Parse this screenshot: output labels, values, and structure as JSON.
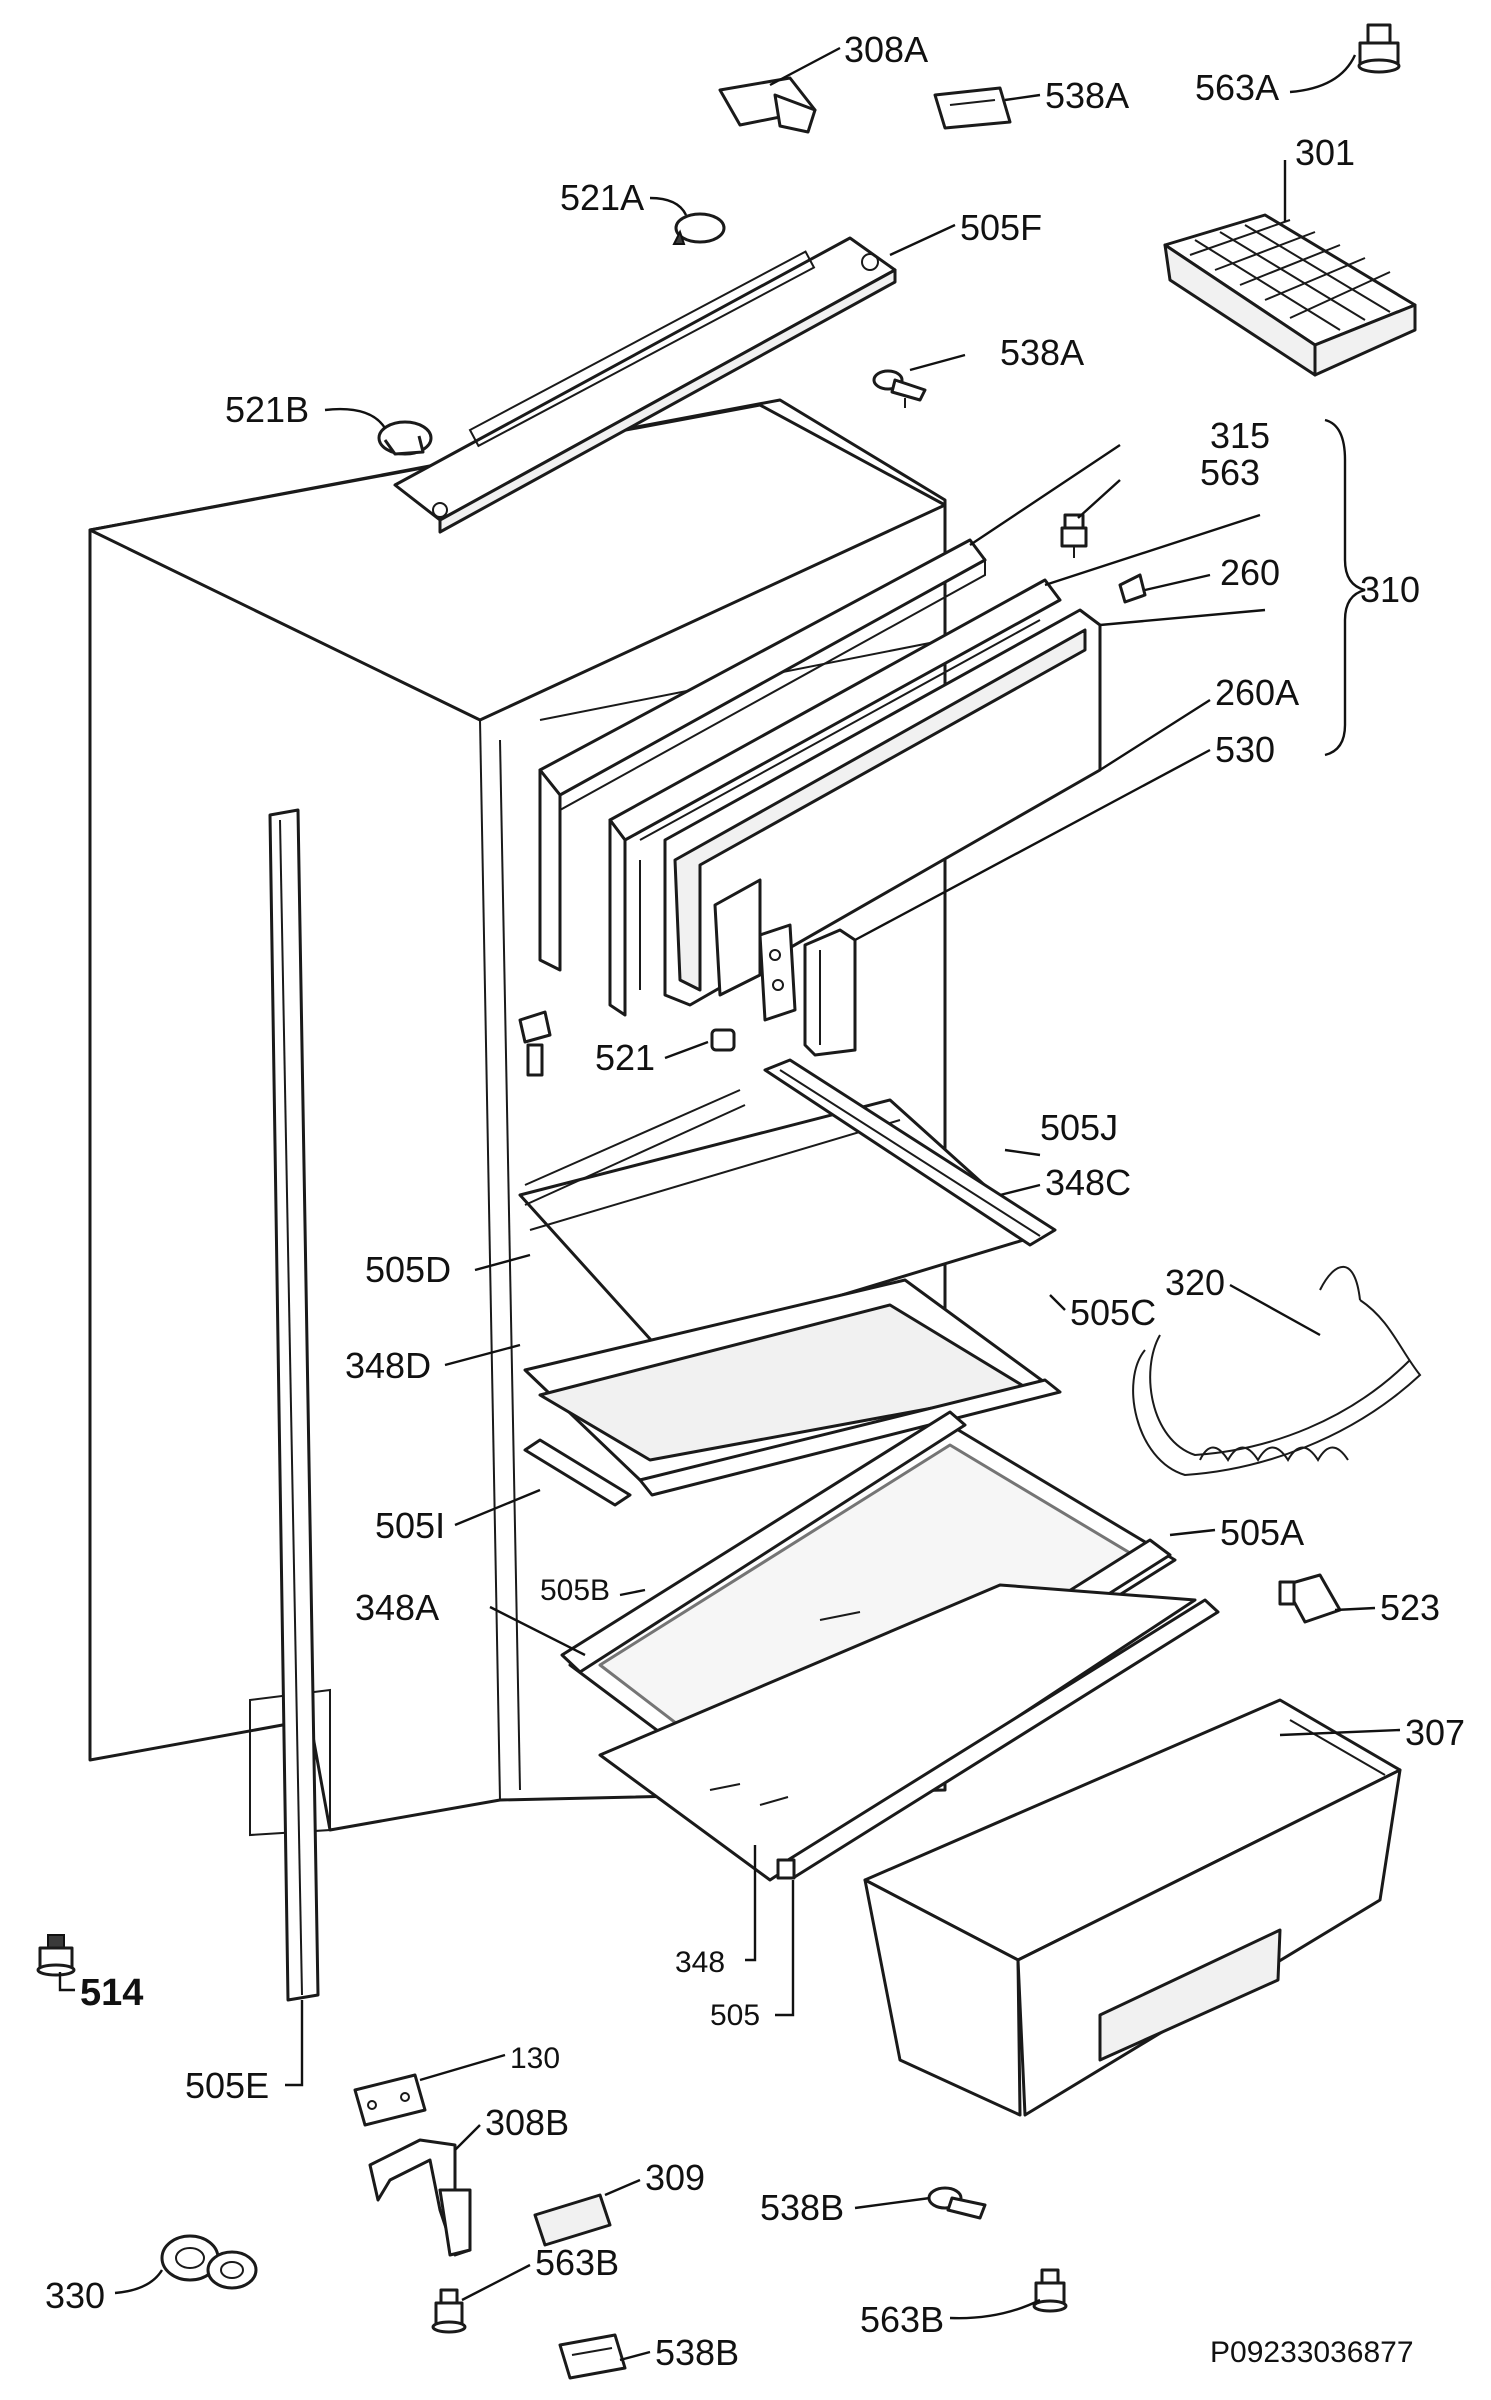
{
  "drawing_code": "P09233036877",
  "labels": {
    "l308A": "308A",
    "l538A_top": "538A",
    "l563A": "563A",
    "l521A": "521A",
    "l505F": "505F",
    "l301": "301",
    "l538A_mid": "538A",
    "l521B": "521B",
    "l315": "315",
    "l563": "563",
    "l260": "260",
    "l310": "310",
    "l260A": "260A",
    "l530": "530",
    "l521": "521",
    "l505J": "505J",
    "l348C": "348C",
    "l505D": "505D",
    "l505C": "505C",
    "l320": "320",
    "l348D": "348D",
    "l505I": "505I",
    "l505A": "505A",
    "l505B": "505B",
    "l348A": "348A",
    "l523": "523",
    "l307": "307",
    "l514": "514",
    "l348": "348",
    "l505": "505",
    "l505E": "505E",
    "l130": "130",
    "l308B": "308B",
    "l309": "309",
    "l538B_right": "538B",
    "l330": "330",
    "l563B_left": "563B",
    "l563B_right": "563B",
    "l538B_bottom": "538B"
  }
}
